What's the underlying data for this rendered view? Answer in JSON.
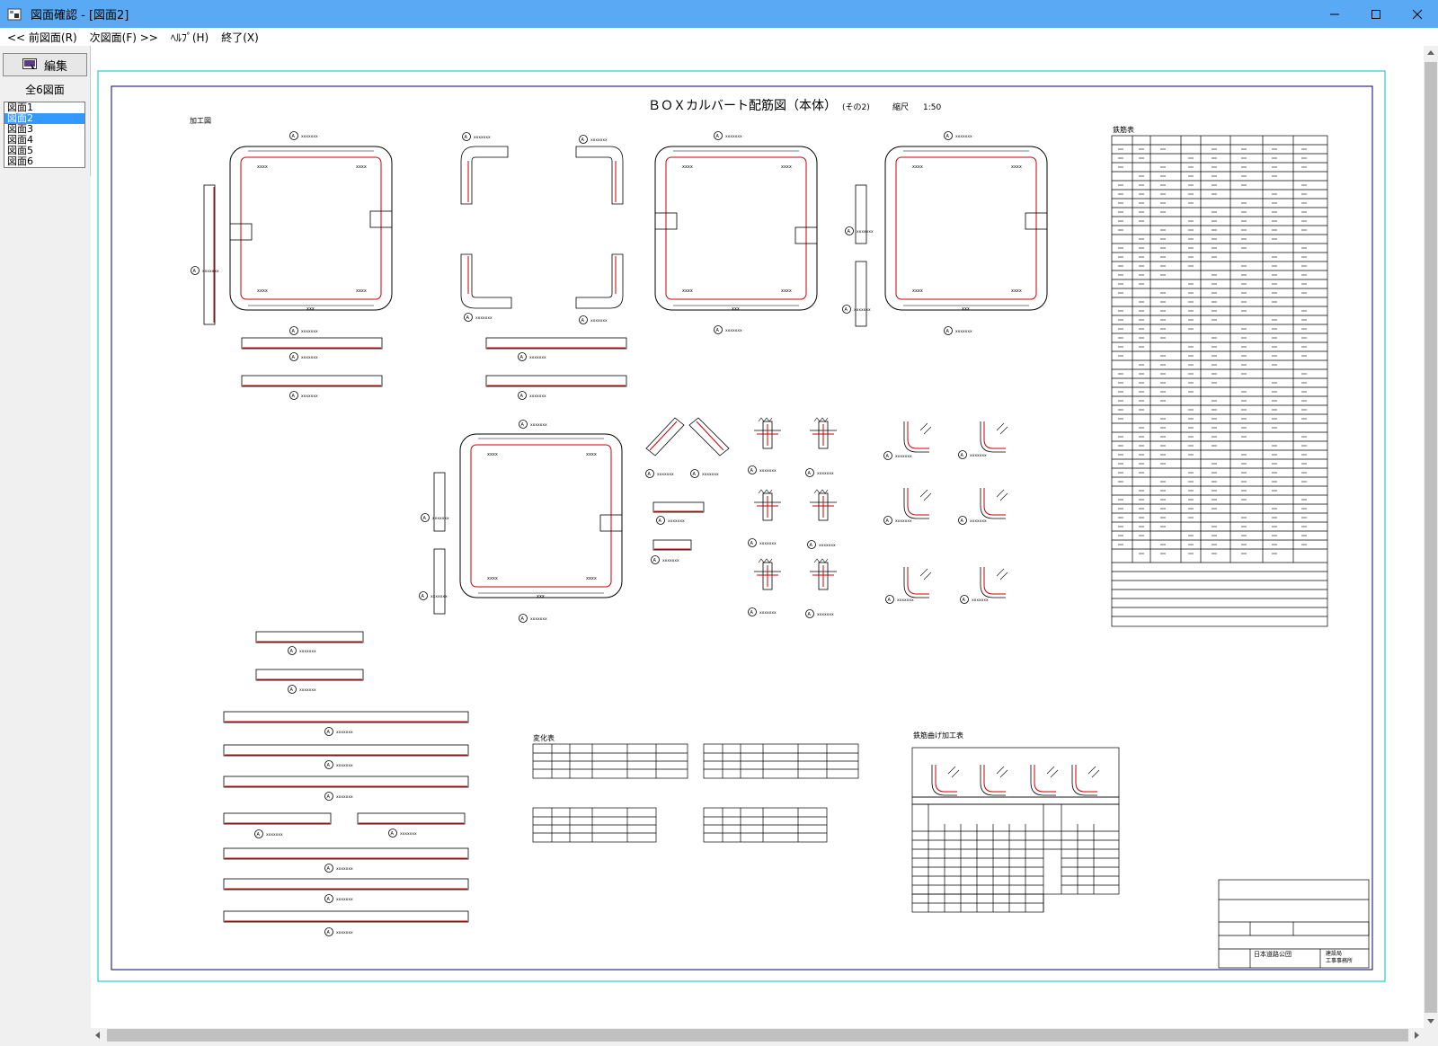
{
  "window": {
    "title": "図面確認 - [図面2]"
  },
  "menu": {
    "prev": "<< 前図面(R)",
    "next": "次図面(F) >>",
    "help": "ﾍﾙﾌﾟ(H)",
    "exit": "終了(X)"
  },
  "panel": {
    "edit_label": "編集",
    "count_label": "全6図面",
    "items": [
      "図面1",
      "図面2",
      "図面3",
      "図面4",
      "図面5",
      "図面6"
    ],
    "selected": "図面2"
  },
  "drawing": {
    "title": "ＢＯＸカルバート配筋図（本体）",
    "sheet": "(その2)",
    "scale_label": "縮尺",
    "scale_value": "1:50",
    "section_processing": "加工図",
    "section_rebar_table": "鉄筋表",
    "section_change_table": "変化表",
    "section_bend_table": "鉄筋曲げ加工表",
    "titleblock_org": "日本道路公団",
    "titleblock_dept1": "建設局",
    "titleblock_dept2": "工事事務所"
  },
  "colors": {
    "titlebar": "#5aa9f5",
    "rebar": "#cc0000",
    "frame": "#000080",
    "cyan": "#00c0c0"
  }
}
